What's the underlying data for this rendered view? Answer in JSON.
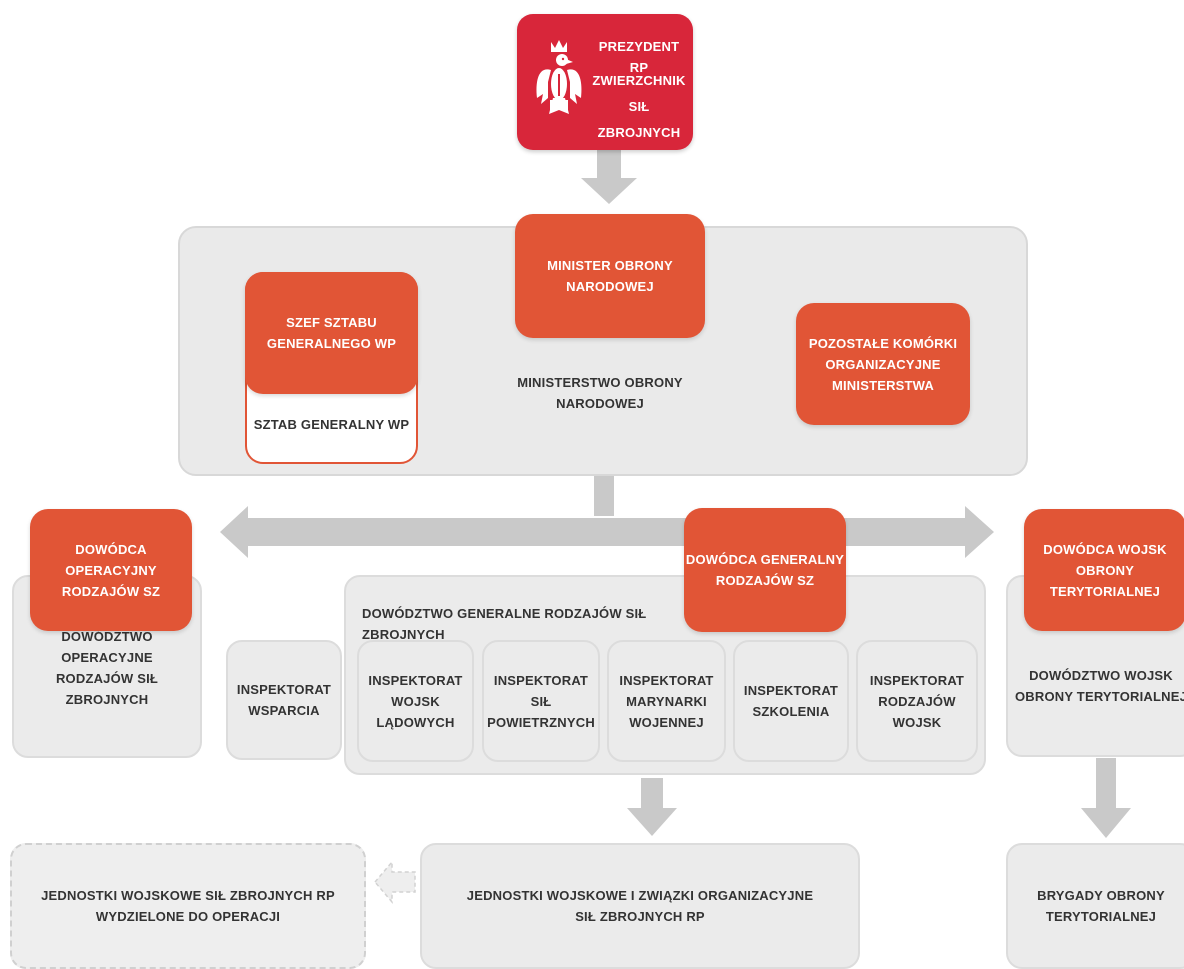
{
  "colors": {
    "president_red": "#d8263a",
    "accent_orange": "#e15536",
    "box_gray": "#ebebeb",
    "panel_gray": "#eaeaea",
    "arrow_gray": "#c9c9c9",
    "text_dark": "#333333"
  },
  "icons": {
    "emblem": "polish-white-eagle-icon"
  },
  "president": {
    "line1": "PREZYDENT RP",
    "line2": "ZWIERZCHNIK\nSIŁ ZBROJNYCH"
  },
  "minister": {
    "label": "MINISTER OBRONY\nNARODOWEJ"
  },
  "ministry": {
    "label": "MINISTERSTWO OBRONY\nNARODOWEJ"
  },
  "chief_of_staff": {
    "label": "SZEF SZTABU\nGENERALNEGO WP",
    "staff_label": "SZTAB GENERALNY WP"
  },
  "other_units": {
    "label": "POZOSTAŁE KOMÓRKI\nORGANIZACYJNE\nMINISTERSTWA"
  },
  "operational": {
    "commander": "DOWÓDCA OPERACYJNY\nRODZAJÓW SZ",
    "command": "DOWÓDZTWO OPERACYJNE\nRODZAJÓW SIŁ ZBROJNYCH"
  },
  "general": {
    "commander": "DOWÓDCA GENERALNY\nRODZAJÓW SZ",
    "command": "DOWÓDZTWO GENERALNE RODZAJÓW SIŁ ZBROJNYCH",
    "support_inspectorate": "INSPEKTORAT\nWSPARCIA",
    "inspectorates": [
      "INSPEKTORAT\nWOJSK\nLĄDOWYCH",
      "INSPEKTORAT SIŁ\nPOWIETRZNYCH",
      "INSPEKTORAT\nMARYNARKI\nWOJENNEJ",
      "INSPEKTORAT\nSZKOLENIA",
      "INSPEKTORAT\nRODZAJÓW WOJSK"
    ]
  },
  "territorial": {
    "commander": "DOWÓDCA WOJSK\nOBRONY TERYTORIALNEJ",
    "command": "DOWÓDZTWO WOJSK\nOBRONY TERYTORIALNEJ",
    "brigades": "BRYGADY OBRONY\nTERYTORIALNEJ"
  },
  "units": {
    "main": "JEDNOSTKI WOJSKOWE I ZWIĄZKI ORGANIZACYJNE\nSIŁ ZBROJNYCH RP",
    "operations": "JEDNOSTKI WOJSKOWE SIŁ ZBROJNYCH RP\nWYDZIELONE DO OPERACJI"
  }
}
